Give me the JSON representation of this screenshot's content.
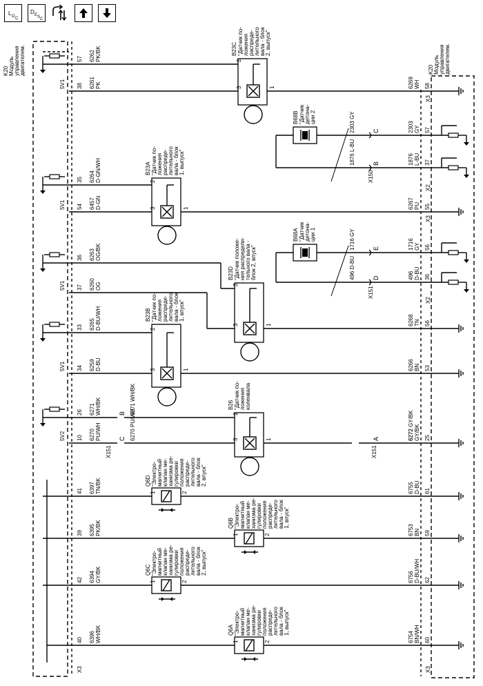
{
  "toolbar": {
    "loc_label": "LOC",
    "desc_label": "DESC",
    "icons": [
      "loc-icon",
      "desc-icon",
      "flow-icon",
      "arrow-up-icon",
      "arrow-down-icon"
    ]
  },
  "left_module": {
    "label": [
      "K20",
      "Модуль",
      "управления",
      "двигателем."
    ]
  },
  "right_module": {
    "label": [
      "K20",
      "Модуль",
      "управления",
      "двигателем."
    ]
  },
  "rails": [
    "5V1",
    "5V1",
    "5V1",
    "5V1",
    "5V2"
  ],
  "connectors": {
    "x3_left": "X3",
    "x3_r1": "X3",
    "x3_r2": "X3",
    "x3_r3": "X3",
    "x2_r1": "X2",
    "x2_r2": "X2",
    "x150": "X150",
    "x151_a": "X151",
    "x151_b": "X151",
    "x151_c": "X151"
  },
  "pins_left": [
    "57",
    "38",
    "35",
    "54",
    "36",
    "37",
    "33",
    "34",
    "26",
    "10",
    "41",
    "39",
    "42",
    "40"
  ],
  "pins_right": [
    "58",
    "57",
    "37",
    "55",
    "56",
    "36",
    "56",
    "53",
    "25",
    "61",
    "59",
    "62",
    "60"
  ],
  "wires_left": [
    {
      "num": "6262",
      "color": "PK/BK"
    },
    {
      "num": "6261",
      "color": "PK"
    },
    {
      "num": "6264",
      "color": "D-GN/WH"
    },
    {
      "num": "6457",
      "color": "D-GN"
    },
    {
      "num": "6263",
      "color": "OG/BK"
    },
    {
      "num": "6260",
      "color": "OG"
    },
    {
      "num": "6265",
      "color": "D-BU/WH"
    },
    {
      "num": "6259",
      "color": "D-BU"
    },
    {
      "num": "6271",
      "color": "WH/BK"
    },
    {
      "num": "6270",
      "color": "PU/WH"
    },
    {
      "num": "6397",
      "color": "TN/BK"
    },
    {
      "num": "6395",
      "color": "PK/BK"
    },
    {
      "num": "6394",
      "color": "GY/BK"
    },
    {
      "num": "6396",
      "color": "WH/BK"
    }
  ],
  "wires_right": [
    {
      "num": "6269",
      "color": "WH"
    },
    {
      "num": "2303",
      "color": "GY"
    },
    {
      "num": "1876",
      "color": "L-BU"
    },
    {
      "num": "6267",
      "color": "PU"
    },
    {
      "num": "1716",
      "color": "GY"
    },
    {
      "num": "496",
      "color": "D-BU"
    },
    {
      "num": "6268",
      "color": "TN"
    },
    {
      "num": "6266",
      "color": "BN"
    },
    {
      "num": "6272",
      "color": "GY/BK"
    },
    {
      "num": "6755",
      "color": "D-BU"
    },
    {
      "num": "6753",
      "color": "BN"
    },
    {
      "num": "6756",
      "color": "D-BU/WH"
    },
    {
      "num": "6754",
      "color": "BN/WH"
    }
  ],
  "wires_mid": [
    {
      "num": "2303",
      "color": "GY"
    },
    {
      "num": "1876",
      "color": "L-BU"
    },
    {
      "num": "1716",
      "color": "GY"
    },
    {
      "num": "496",
      "color": "D-BU"
    },
    {
      "num": "6271",
      "color": "WH/BK"
    },
    {
      "num": "6270",
      "color": "PU/WH"
    },
    {
      "num": "6272",
      "color": "GY/BK"
    }
  ],
  "conn_letters": {
    "c1": "C",
    "b1": "B",
    "e1": "E",
    "d1": "D",
    "b2": "B",
    "c2": "C",
    "a1": "A"
  },
  "sensors": [
    {
      "id": "B23C",
      "desc": [
        "\"Датчик по-",
        "ложения",
        "распреде-",
        "лительного",
        "вала - блок",
        "2, выпуск\""
      ]
    },
    {
      "id": "B23A",
      "desc": [
        "\"Датчик по-",
        "ложения",
        "распреде-",
        "лительного",
        "вала - блок",
        "1, выпуск\""
      ]
    },
    {
      "id": "B23D",
      "desc": [
        "\"Датчик положе-",
        "ния распредели-",
        "тельного вала -",
        "блок 2, впуск\""
      ]
    },
    {
      "id": "B23B",
      "desc": [
        "\"Датчик по-",
        "ложения",
        "распреде-",
        "лительного",
        "вала - блок",
        "1, впуск\""
      ]
    },
    {
      "id": "B26",
      "desc": [
        "\"Датчик по-",
        "ложения",
        "коленвала"
      ]
    }
  ],
  "knock": [
    {
      "id": "B68B",
      "desc": [
        "\"Датчик",
        "детона-",
        "ции 2"
      ]
    },
    {
      "id": "B68A",
      "desc": [
        "\"Датчик",
        "детона-",
        "ции 1"
      ]
    }
  ],
  "valves": [
    {
      "id": "Q6D",
      "desc": [
        "\"Электро-",
        "магнитный",
        "клапан ме-",
        "ханизма ре-",
        "гулировки",
        "положения",
        "распреде-",
        "лительного",
        "вала - блок",
        "2, впуск\""
      ]
    },
    {
      "id": "Q6B",
      "desc": [
        "\"Электро-",
        "магнитный",
        "клапан ме-",
        "ханизма ре-",
        "гулировки",
        "положения",
        "распреде-",
        "лительного",
        "вала - блок",
        "1, впуск\""
      ]
    },
    {
      "id": "Q6C",
      "desc": [
        "\"Электро-",
        "магнитный",
        "клапан ме-",
        "ханизма ре-",
        "гулировки",
        "положения",
        "распреде-",
        "лительного",
        "вала - блок",
        "2, выпуск\""
      ]
    },
    {
      "id": "Q6A",
      "desc": [
        "\"Электро-",
        "магнитный",
        "клапан ме-",
        "ханизма ре-",
        "гулировки",
        "положения",
        "распреде-",
        "лительного",
        "вала - блок",
        "1, выпуск\""
      ]
    }
  ],
  "pin_numbers": {
    "one": "1",
    "two": "2",
    "three": "3"
  },
  "knock_pins": {
    "a": "A",
    "b": "B"
  }
}
